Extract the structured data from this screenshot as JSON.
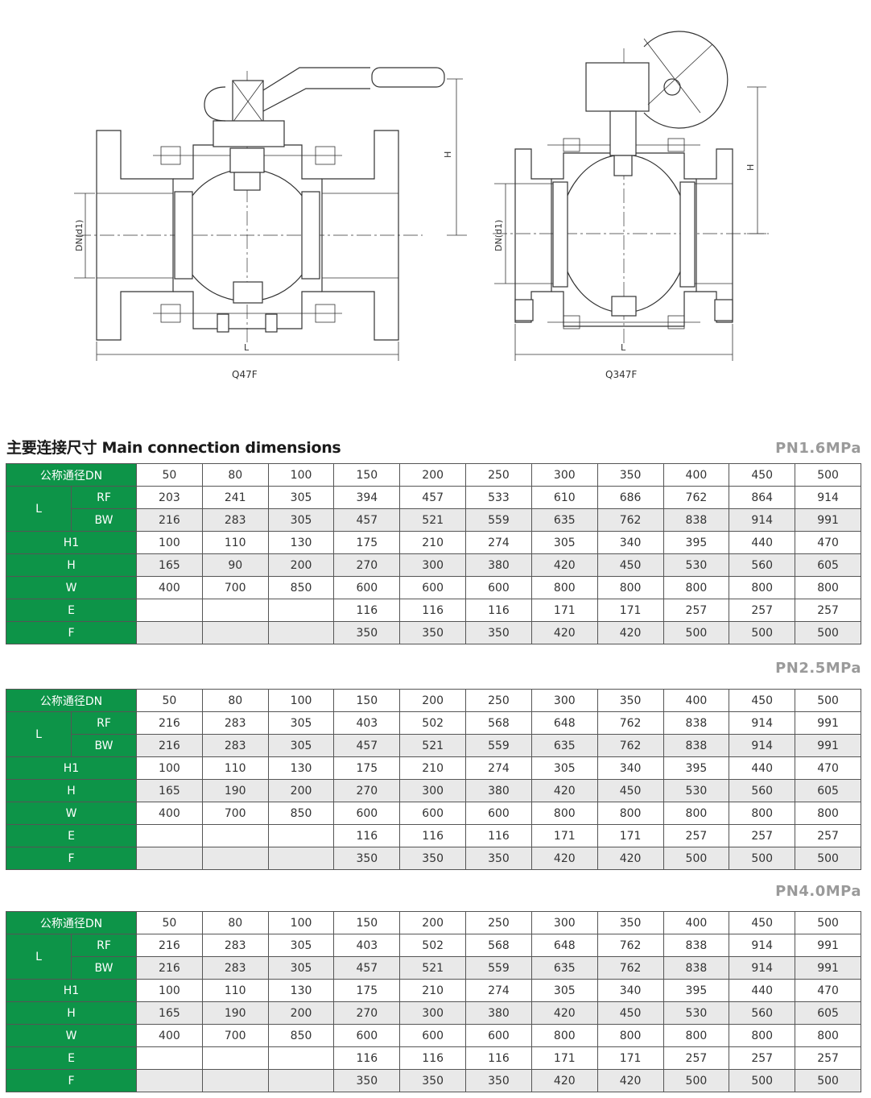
{
  "drawings": {
    "left_caption": "Q47F",
    "right_caption": "Q347F",
    "dim_labels": {
      "height": "H",
      "diameter": "DN(d1)",
      "length": "L"
    }
  },
  "section": {
    "title": "主要连接尺寸 Main connection dimensions"
  },
  "colors": {
    "header_green": "#0d9448",
    "stripe_gray": "#e9e9e9",
    "pn_label_gray": "#9a9a9a"
  },
  "tables": [
    {
      "pressure": "PN1.6MPa",
      "dn_label": "公称通径DN",
      "dn": [
        "50",
        "80",
        "100",
        "150",
        "200",
        "250",
        "300",
        "350",
        "400",
        "450",
        "500"
      ],
      "l_label": "L",
      "rows": [
        {
          "label": "RF",
          "values": [
            "203",
            "241",
            "305",
            "394",
            "457",
            "533",
            "610",
            "686",
            "762",
            "864",
            "914"
          ]
        },
        {
          "label": "BW",
          "values": [
            "216",
            "283",
            "305",
            "457",
            "521",
            "559",
            "635",
            "762",
            "838",
            "914",
            "991"
          ]
        },
        {
          "label": "H1",
          "values": [
            "100",
            "110",
            "130",
            "175",
            "210",
            "274",
            "305",
            "340",
            "395",
            "440",
            "470"
          ]
        },
        {
          "label": "H",
          "values": [
            "165",
            "90",
            "200",
            "270",
            "300",
            "380",
            "420",
            "450",
            "530",
            "560",
            "605"
          ]
        },
        {
          "label": "W",
          "values": [
            "400",
            "700",
            "850",
            "600",
            "600",
            "600",
            "800",
            "800",
            "800",
            "800",
            "800"
          ]
        },
        {
          "label": "E",
          "values": [
            "",
            "",
            "",
            "116",
            "116",
            "116",
            "171",
            "171",
            "257",
            "257",
            "257"
          ]
        },
        {
          "label": "F",
          "values": [
            "",
            "",
            "",
            "350",
            "350",
            "350",
            "420",
            "420",
            "500",
            "500",
            "500"
          ]
        }
      ]
    },
    {
      "pressure": "PN2.5MPa",
      "dn_label": "公称通径DN",
      "dn": [
        "50",
        "80",
        "100",
        "150",
        "200",
        "250",
        "300",
        "350",
        "400",
        "450",
        "500"
      ],
      "l_label": "L",
      "rows": [
        {
          "label": "RF",
          "values": [
            "216",
            "283",
            "305",
            "403",
            "502",
            "568",
            "648",
            "762",
            "838",
            "914",
            "991"
          ]
        },
        {
          "label": "BW",
          "values": [
            "216",
            "283",
            "305",
            "457",
            "521",
            "559",
            "635",
            "762",
            "838",
            "914",
            "991"
          ]
        },
        {
          "label": "H1",
          "values": [
            "100",
            "110",
            "130",
            "175",
            "210",
            "274",
            "305",
            "340",
            "395",
            "440",
            "470"
          ]
        },
        {
          "label": "H",
          "values": [
            "165",
            "190",
            "200",
            "270",
            "300",
            "380",
            "420",
            "450",
            "530",
            "560",
            "605"
          ]
        },
        {
          "label": "W",
          "values": [
            "400",
            "700",
            "850",
            "600",
            "600",
            "600",
            "800",
            "800",
            "800",
            "800",
            "800"
          ]
        },
        {
          "label": "E",
          "values": [
            "",
            "",
            "",
            "116",
            "116",
            "116",
            "171",
            "171",
            "257",
            "257",
            "257"
          ]
        },
        {
          "label": "F",
          "values": [
            "",
            "",
            "",
            "350",
            "350",
            "350",
            "420",
            "420",
            "500",
            "500",
            "500"
          ]
        }
      ]
    },
    {
      "pressure": "PN4.0MPa",
      "dn_label": "公称通径DN",
      "dn": [
        "50",
        "80",
        "100",
        "150",
        "200",
        "250",
        "300",
        "350",
        "400",
        "450",
        "500"
      ],
      "l_label": "L",
      "rows": [
        {
          "label": "RF",
          "values": [
            "216",
            "283",
            "305",
            "403",
            "502",
            "568",
            "648",
            "762",
            "838",
            "914",
            "991"
          ]
        },
        {
          "label": "BW",
          "values": [
            "216",
            "283",
            "305",
            "457",
            "521",
            "559",
            "635",
            "762",
            "838",
            "914",
            "991"
          ]
        },
        {
          "label": "H1",
          "values": [
            "100",
            "110",
            "130",
            "175",
            "210",
            "274",
            "305",
            "340",
            "395",
            "440",
            "470"
          ]
        },
        {
          "label": "H",
          "values": [
            "165",
            "190",
            "200",
            "270",
            "300",
            "380",
            "420",
            "450",
            "530",
            "560",
            "605"
          ]
        },
        {
          "label": "W",
          "values": [
            "400",
            "700",
            "850",
            "600",
            "600",
            "600",
            "800",
            "800",
            "800",
            "800",
            "800"
          ]
        },
        {
          "label": "E",
          "values": [
            "",
            "",
            "",
            "116",
            "116",
            "116",
            "171",
            "171",
            "257",
            "257",
            "257"
          ]
        },
        {
          "label": "F",
          "values": [
            "",
            "",
            "",
            "350",
            "350",
            "350",
            "420",
            "420",
            "500",
            "500",
            "500"
          ]
        }
      ]
    }
  ]
}
